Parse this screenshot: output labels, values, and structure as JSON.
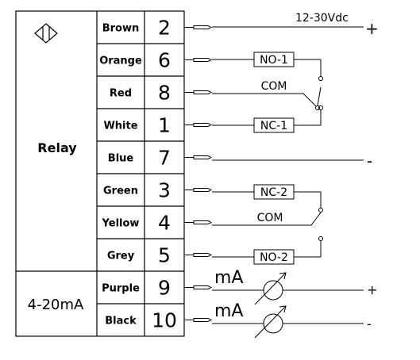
{
  "wires": [
    {
      "color": "Brown",
      "pin": "2"
    },
    {
      "color": "Orange",
      "pin": "6"
    },
    {
      "color": "Red",
      "pin": "8"
    },
    {
      "color": "White",
      "pin": "1"
    },
    {
      "color": "Blue",
      "pin": "7"
    },
    {
      "color": "Green",
      "pin": "3"
    },
    {
      "color": "Yellow",
      "pin": "4"
    },
    {
      "color": "Grey",
      "pin": "5"
    },
    {
      "color": "Purple",
      "pin": "9"
    },
    {
      "color": "Black",
      "pin": "10"
    }
  ],
  "groups": {
    "relay": "Relay",
    "analog": "4-20mA"
  },
  "labels": {
    "supply": "12-30Vdc",
    "plus": "+",
    "minus": "-",
    "no1": "NO-1",
    "nc1": "NC-1",
    "com1": "COM",
    "nc2": "NC-2",
    "no2": "NO-2",
    "com2": "COM",
    "ma1": "mA",
    "ma2": "mA",
    "out_plus": "+",
    "out_minus": "-"
  },
  "icons": {
    "sensor_symbol": "proximity-sensor-icon",
    "meter": "ammeter-icon"
  }
}
